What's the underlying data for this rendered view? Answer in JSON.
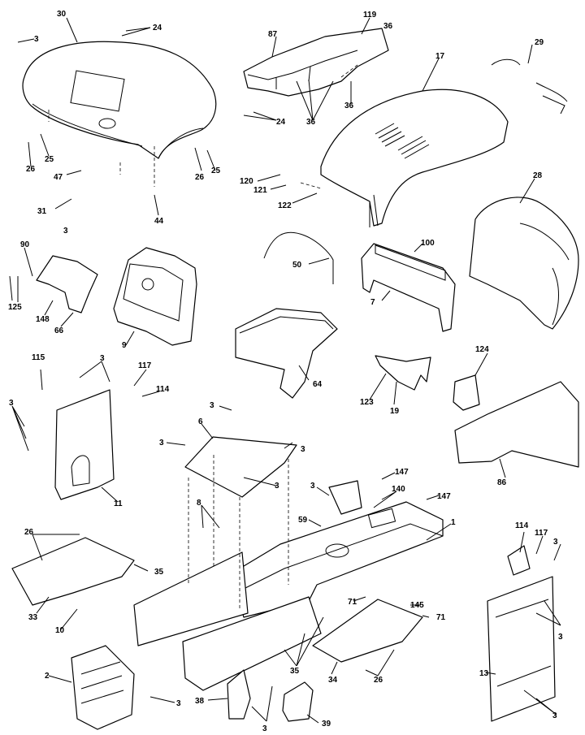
{
  "diagram": {
    "callouts": [
      {
        "id": "c30",
        "text": "30"
      },
      {
        "id": "c3a",
        "text": "3"
      },
      {
        "id": "c24a",
        "text": "24"
      },
      {
        "id": "c87",
        "text": "87"
      },
      {
        "id": "c119",
        "text": "119"
      },
      {
        "id": "c36a",
        "text": "36"
      },
      {
        "id": "c29",
        "text": "29"
      },
      {
        "id": "c17",
        "text": "17"
      },
      {
        "id": "c36b",
        "text": "36"
      },
      {
        "id": "c36c",
        "text": "36"
      },
      {
        "id": "c24b",
        "text": "24"
      },
      {
        "id": "c25a",
        "text": "25"
      },
      {
        "id": "c26a",
        "text": "26"
      },
      {
        "id": "c26b",
        "text": "26"
      },
      {
        "id": "c25b",
        "text": "25"
      },
      {
        "id": "c47",
        "text": "47"
      },
      {
        "id": "c120",
        "text": "120"
      },
      {
        "id": "c121",
        "text": "121"
      },
      {
        "id": "c122",
        "text": "122"
      },
      {
        "id": "c28",
        "text": "28"
      },
      {
        "id": "c31",
        "text": "31"
      },
      {
        "id": "c44",
        "text": "44"
      },
      {
        "id": "c3b",
        "text": "3"
      },
      {
        "id": "c90",
        "text": "90"
      },
      {
        "id": "c100",
        "text": "100"
      },
      {
        "id": "c50",
        "text": "50"
      },
      {
        "id": "c125",
        "text": "125"
      },
      {
        "id": "c148",
        "text": "148"
      },
      {
        "id": "c66",
        "text": "66"
      },
      {
        "id": "c7",
        "text": "7"
      },
      {
        "id": "c9",
        "text": "9"
      },
      {
        "id": "c115",
        "text": "115"
      },
      {
        "id": "c3c",
        "text": "3"
      },
      {
        "id": "c117a",
        "text": "117"
      },
      {
        "id": "c64",
        "text": "64"
      },
      {
        "id": "c124",
        "text": "124"
      },
      {
        "id": "c114a",
        "text": "114"
      },
      {
        "id": "c3d",
        "text": "3"
      },
      {
        "id": "c3e",
        "text": "3"
      },
      {
        "id": "c123",
        "text": "123"
      },
      {
        "id": "c19",
        "text": "19"
      },
      {
        "id": "c6",
        "text": "6"
      },
      {
        "id": "c3f",
        "text": "3"
      },
      {
        "id": "c3g",
        "text": "3"
      },
      {
        "id": "c86",
        "text": "86"
      },
      {
        "id": "c11",
        "text": "11"
      },
      {
        "id": "c3h",
        "text": "3"
      },
      {
        "id": "c147a",
        "text": "147"
      },
      {
        "id": "c3i",
        "text": "3"
      },
      {
        "id": "c140",
        "text": "140"
      },
      {
        "id": "c147b",
        "text": "147"
      },
      {
        "id": "c8",
        "text": "8"
      },
      {
        "id": "c59",
        "text": "59"
      },
      {
        "id": "c1",
        "text": "1"
      },
      {
        "id": "c114b",
        "text": "114"
      },
      {
        "id": "c117b",
        "text": "117"
      },
      {
        "id": "c3j",
        "text": "3"
      },
      {
        "id": "c26c",
        "text": "26"
      },
      {
        "id": "c35a",
        "text": "35"
      },
      {
        "id": "c71a",
        "text": "71"
      },
      {
        "id": "c145",
        "text": "145"
      },
      {
        "id": "c71b",
        "text": "71"
      },
      {
        "id": "c33",
        "text": "33"
      },
      {
        "id": "c10",
        "text": "10"
      },
      {
        "id": "c3k",
        "text": "3"
      },
      {
        "id": "c35b",
        "text": "35"
      },
      {
        "id": "c34",
        "text": "34"
      },
      {
        "id": "c26d",
        "text": "26"
      },
      {
        "id": "c13",
        "text": "13"
      },
      {
        "id": "c2",
        "text": "2"
      },
      {
        "id": "c3l",
        "text": "3"
      },
      {
        "id": "c38",
        "text": "38"
      },
      {
        "id": "c3m",
        "text": "3"
      },
      {
        "id": "c39",
        "text": "39"
      },
      {
        "id": "c3n",
        "text": "3"
      },
      {
        "id": "c3o",
        "text": "3"
      }
    ]
  }
}
